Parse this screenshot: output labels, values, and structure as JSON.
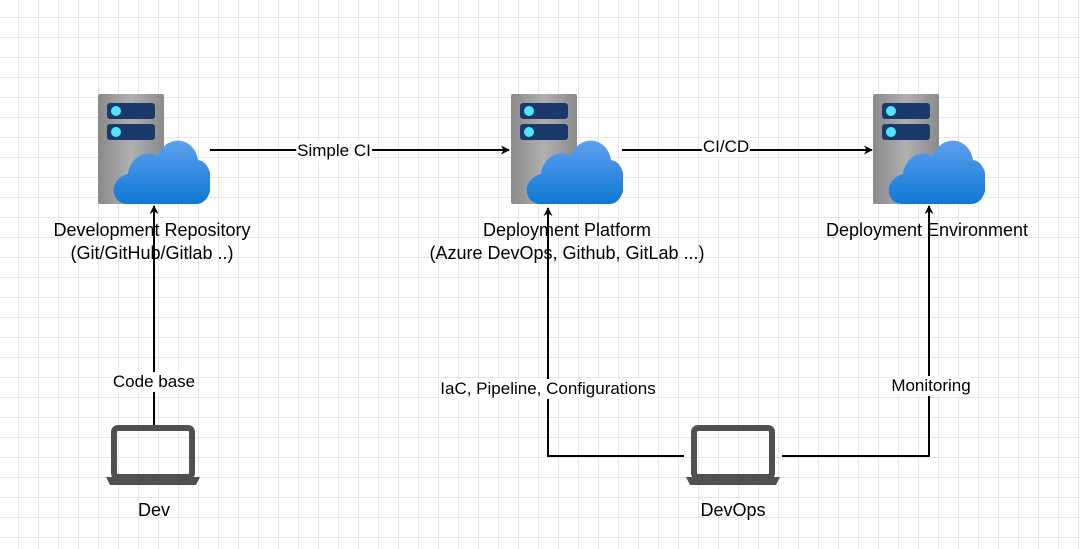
{
  "nodes": {
    "dev_repo": {
      "title": "Development Repository",
      "subtitle": "(Git/GitHub/Gitlab ..)",
      "icon": "cloud-server-icon"
    },
    "deploy_platform": {
      "title": "Deployment Platform",
      "subtitle": "(Azure DevOps, Github, GitLab ...)",
      "icon": "cloud-server-icon"
    },
    "deploy_env": {
      "title": "Deployment Environment",
      "icon": "cloud-server-icon"
    },
    "dev": {
      "title": "Dev",
      "icon": "laptop-icon"
    },
    "devops": {
      "title": "DevOps",
      "icon": "laptop-icon"
    }
  },
  "edges": {
    "simple_ci": "Simple CI",
    "ci_cd": "CI/CD",
    "code_base": "Code base",
    "iac": "IaC, Pipeline, Configurations",
    "monitoring": "Monitoring"
  },
  "colors": {
    "server_body": "#a0a0a0",
    "server_bar": "#1b3a6b",
    "server_led": "#50e6ff",
    "cloud_top": "#5ea0ef",
    "cloud_bottom": "#0f78d4",
    "laptop": "#505050",
    "edge": "#000000"
  }
}
